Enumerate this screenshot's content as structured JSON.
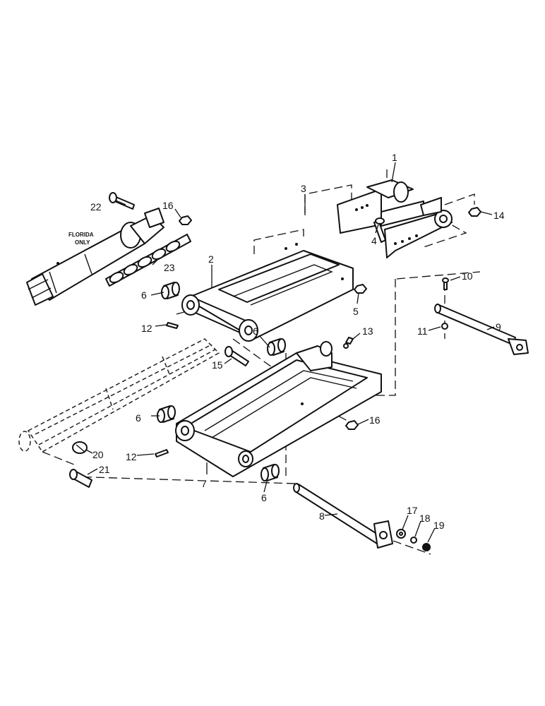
{
  "diagram": {
    "note": [
      "FLORIDA",
      "ONLY"
    ],
    "callouts": [
      "1",
      "2",
      "3",
      "4",
      "5",
      "6",
      "7",
      "8",
      "9",
      "10",
      "11",
      "12",
      "13",
      "14",
      "15",
      "16",
      "17",
      "18",
      "19",
      "20",
      "21",
      "22",
      "23"
    ]
  }
}
